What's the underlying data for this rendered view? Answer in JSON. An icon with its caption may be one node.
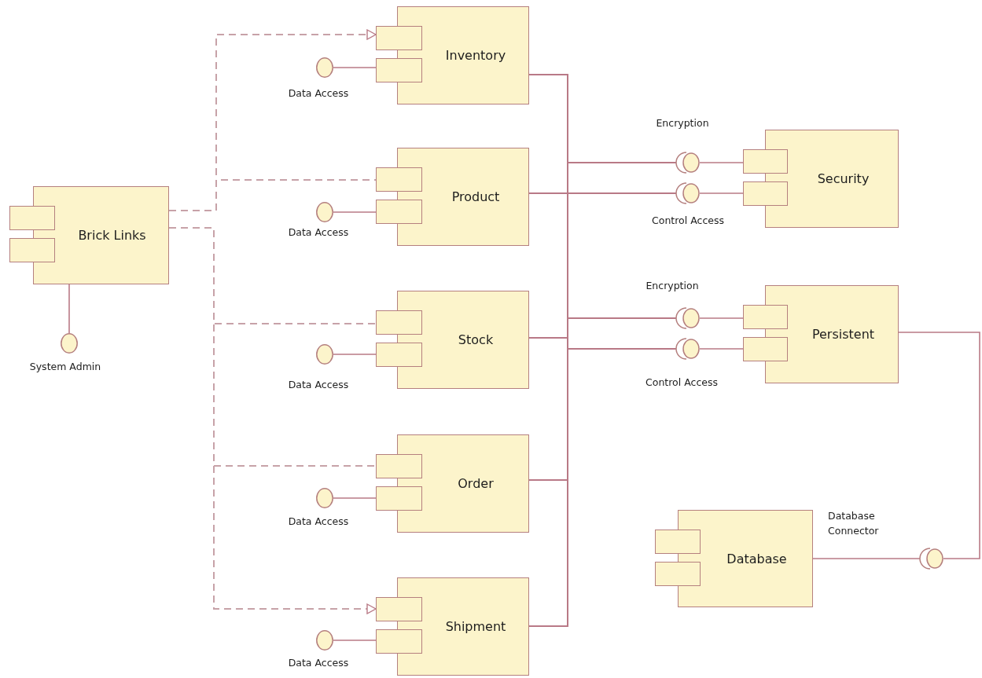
{
  "diagram": {
    "nodes": [
      {
        "text": [
          "Brick Links"
        ]
      },
      {
        "text": [],
        "shape": "circle",
        "beside": [
          "System Admin"
        ]
      },
      {
        "text": [
          "Inventory"
        ]
      },
      {
        "text": [],
        "shape": "circle",
        "beside": [
          "Data Access"
        ]
      },
      {
        "text": [
          "Product"
        ]
      },
      {
        "text": [],
        "shape": "circle",
        "beside": [
          "Data Access"
        ]
      },
      {
        "text": [
          "Stock"
        ]
      },
      {
        "text": [],
        "shape": "circle",
        "beside": [
          "Data Access"
        ]
      },
      {
        "text": [
          "Order"
        ]
      },
      {
        "text": [],
        "shape": "circle",
        "beside": [
          "Data Access"
        ]
      },
      {
        "text": [
          "Shipment"
        ]
      },
      {
        "text": [],
        "shape": "circle",
        "beside": [
          "Data Access"
        ]
      },
      {
        "text": [],
        "shape": "circle",
        "beside": [
          "Encryption"
        ]
      },
      {
        "text": [],
        "shape": "circle",
        "beside": [
          "Control Access"
        ]
      },
      {
        "text": [
          "Security"
        ]
      },
      {
        "text": [],
        "shape": "circle",
        "beside": [
          "Encryption"
        ]
      },
      {
        "text": [],
        "shape": "circle",
        "beside": [
          "Control Access"
        ]
      },
      {
        "text": [
          "Persistent"
        ]
      },
      {
        "text": [],
        "shape": "circle"
      },
      {
        "text": [
          "Database"
        ]
      }
    ],
    "edges": [
      {
        "from": 0,
        "to": 1,
        "arrow": "none"
      },
      {
        "from": 0,
        "to": 2,
        "arrow": "to",
        "style": "dashed"
      },
      {
        "from": 0,
        "to": 4,
        "arrow": "none",
        "style": "dashed"
      },
      {
        "from": 0,
        "to": 6,
        "arrow": "none",
        "style": "dashed"
      },
      {
        "from": 0,
        "to": 8,
        "arrow": "none",
        "style": "dashed"
      },
      {
        "from": 0,
        "to": 10,
        "arrow": "to",
        "style": "dashed"
      },
      {
        "from": 3,
        "to": 2,
        "arrow": "none"
      },
      {
        "from": 5,
        "to": 4,
        "arrow": "none"
      },
      {
        "from": 7,
        "to": 6,
        "arrow": "none"
      },
      {
        "from": 9,
        "to": 8,
        "arrow": "none"
      },
      {
        "from": 11,
        "to": 10,
        "arrow": "none"
      },
      {
        "from": 2,
        "to": 12,
        "arrow": "none"
      },
      {
        "from": 2,
        "to": 13,
        "arrow": "none"
      },
      {
        "from": 2,
        "to": 15,
        "arrow": "none"
      },
      {
        "from": 2,
        "to": 16,
        "arrow": "none"
      },
      {
        "from": 4,
        "to": 12,
        "arrow": "none"
      },
      {
        "from": 4,
        "to": 13,
        "arrow": "none"
      },
      {
        "from": 4,
        "to": 15,
        "arrow": "none"
      },
      {
        "from": 4,
        "to": 16,
        "arrow": "none"
      },
      {
        "from": 6,
        "to": 12,
        "arrow": "none"
      },
      {
        "from": 6,
        "to": 13,
        "arrow": "none"
      },
      {
        "from": 6,
        "to": 15,
        "arrow": "none"
      },
      {
        "from": 6,
        "to": 16,
        "arrow": "none"
      },
      {
        "from": 8,
        "to": 12,
        "arrow": "none"
      },
      {
        "from": 8,
        "to": 13,
        "arrow": "none"
      },
      {
        "from": 8,
        "to": 15,
        "arrow": "none"
      },
      {
        "from": 8,
        "to": 16,
        "arrow": "none"
      },
      {
        "from": 10,
        "to": 12,
        "arrow": "none"
      },
      {
        "from": 10,
        "to": 13,
        "arrow": "none"
      },
      {
        "from": 10,
        "to": 15,
        "arrow": "none"
      },
      {
        "from": 10,
        "to": 16,
        "arrow": "none"
      },
      {
        "from": 12,
        "to": 14,
        "arrow": "none"
      },
      {
        "from": 13,
        "to": 14,
        "arrow": "none"
      },
      {
        "from": 15,
        "to": 17,
        "arrow": "none"
      },
      {
        "from": 16,
        "to": 17,
        "arrow": "none"
      },
      {
        "from": 17,
        "to": 18,
        "arrow": "none"
      },
      {
        "from": 19,
        "to": 18,
        "arrow": "none"
      }
    ],
    "labels": [
      "Database Connector"
    ]
  }
}
